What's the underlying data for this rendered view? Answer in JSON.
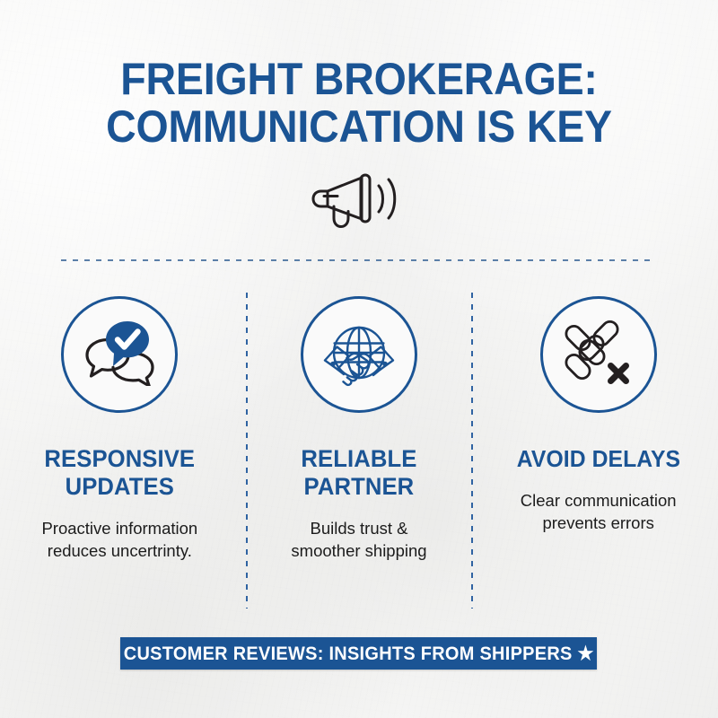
{
  "theme": {
    "background_color": "#f4f4f3",
    "brand_blue": "#1b5494",
    "body_text_color": "#1c1c1c",
    "icon_dark": "#231f20",
    "divider_blue": "#2f63a2"
  },
  "title": {
    "line1": "FREIGHT BROKERAGE:",
    "line2": "COMMUNICATION IS KEY"
  },
  "hero_icon": {
    "name": "megaphone-icon",
    "label": "megaphone"
  },
  "columns": [
    {
      "icon_name": "speech-bubbles-check-icon",
      "icon_label": "two speech bubbles with check mark",
      "heading_line1": "RESPONSIVE",
      "heading_line2": "UPDATES",
      "body": "Proactive information reduces uncertrinty."
    },
    {
      "icon_name": "handshake-globe-icon",
      "icon_label": "handshake over globe",
      "heading_line1": "RELIABLE",
      "heading_line2": "PARTNER",
      "body": "Builds trust & smoother shipping"
    },
    {
      "icon_name": "broken-chain-x-icon",
      "icon_label": "crossed chain links with x mark",
      "heading_line1": "AVOID DELAYS",
      "heading_line2": "",
      "body": "Clear communication prevents errors"
    }
  ],
  "footer": {
    "text": "CUSTOMER REVIEWS: INSIGHTS FROM SHIPPERS ★"
  }
}
